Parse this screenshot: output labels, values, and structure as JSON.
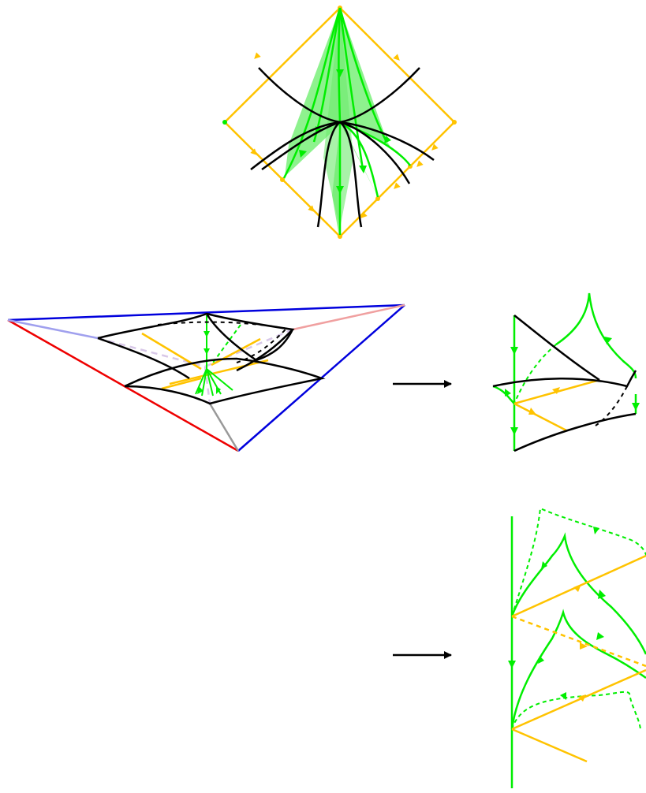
{
  "colors": {
    "black": "#000000",
    "green": "#00ee00",
    "green_fill": "#7af07a",
    "yellow": "#ffc300",
    "blue": "#0000dd",
    "red": "#ee0000",
    "light_blue": "#a0a0ee",
    "light_red": "#f0a0a0",
    "gray": "#999999"
  },
  "panels": [
    {
      "name": "top-diamond-diagram"
    },
    {
      "name": "middle-triangle-diagram"
    },
    {
      "name": "middle-result-diagram"
    },
    {
      "name": "bottom-result-diagram"
    }
  ],
  "arrows": [
    {
      "name": "middle-transition-arrow"
    },
    {
      "name": "bottom-transition-arrow"
    }
  ]
}
